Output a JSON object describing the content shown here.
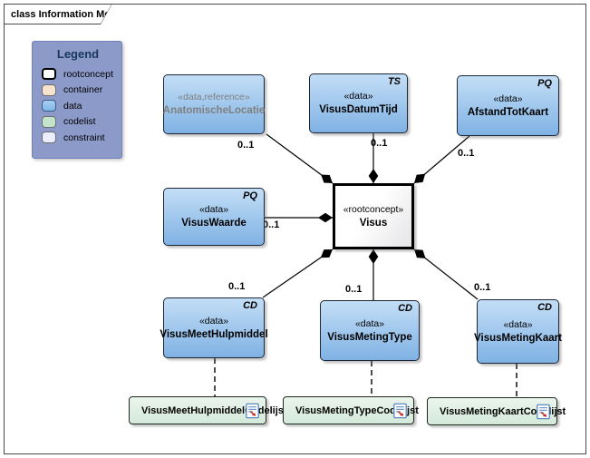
{
  "frame": {
    "label": "class Information Model"
  },
  "legend": {
    "title": "Legend",
    "items": [
      {
        "label": "rootconcept",
        "color": "#ffffff"
      },
      {
        "label": "container",
        "color": "#f7e3cd"
      },
      {
        "label": "data",
        "color": "#7db8ea"
      },
      {
        "label": "codelist",
        "color": "#c3e3cb"
      },
      {
        "label": "constraint",
        "color": "#eceefc"
      }
    ]
  },
  "nodes": {
    "anatomischelocatie": {
      "stereotype": "«data,reference»",
      "name": "AnatomischeLocatie",
      "type_code": ""
    },
    "visusdatumtijd": {
      "stereotype": "«data»",
      "name": "VisusDatumTijd",
      "type_code": "TS"
    },
    "afstandtotkaart": {
      "stereotype": "«data»",
      "name": "AfstandTotKaart",
      "type_code": "PQ"
    },
    "visuswaarde": {
      "stereotype": "«data»",
      "name": "VisusWaarde",
      "type_code": "PQ"
    },
    "visus": {
      "stereotype": "«rootconcept»",
      "name": "Visus",
      "type_code": ""
    },
    "visusmeethulpmiddel": {
      "stereotype": "«data»",
      "name": "VisusMeetHulpmiddel",
      "type_code": "CD"
    },
    "visusmetingtype": {
      "stereotype": "«data»",
      "name": "VisusMetingType",
      "type_code": "CD"
    },
    "visusmetingkaart": {
      "stereotype": "«data»",
      "name": "VisusMetingKaart",
      "type_code": "CD"
    }
  },
  "codelists": [
    {
      "name": "VisusMeetHulpmiddelCodelijst"
    },
    {
      "name": "VisusMetingTypeCodelijst"
    },
    {
      "name": "VisusMetingKaartCodelijst"
    }
  ],
  "connections": [
    {
      "from": "AnatomischeLocatie",
      "to": "Visus",
      "multiplicity": "0..1",
      "type": "composition"
    },
    {
      "from": "VisusDatumTijd",
      "to": "Visus",
      "multiplicity": "0..1",
      "type": "composition"
    },
    {
      "from": "AfstandTotKaart",
      "to": "Visus",
      "multiplicity": "0..1",
      "type": "composition"
    },
    {
      "from": "VisusWaarde",
      "to": "Visus",
      "multiplicity": "0..1",
      "type": "composition"
    },
    {
      "from": "VisusMeetHulpmiddel",
      "to": "Visus",
      "multiplicity": "0..1",
      "type": "composition"
    },
    {
      "from": "VisusMetingType",
      "to": "Visus",
      "multiplicity": "0..1",
      "type": "composition"
    },
    {
      "from": "VisusMetingKaart",
      "to": "Visus",
      "multiplicity": "0..1",
      "type": "composition"
    },
    {
      "from": "VisusMeetHulpmiddel",
      "to": "VisusMeetHulpmiddelCodelijst",
      "multiplicity": "",
      "type": "dependency"
    },
    {
      "from": "VisusMetingType",
      "to": "VisusMetingTypeCodelijst",
      "multiplicity": "",
      "type": "dependency"
    },
    {
      "from": "VisusMetingKaart",
      "to": "VisusMetingKaartCodelijst",
      "multiplicity": "",
      "type": "dependency"
    }
  ],
  "colors": {
    "data_fill": "#7fb2e4",
    "data_fill_light": "#c3def6",
    "codelist_fill": "#d9ecdc",
    "container_fill": "#f7e3cd",
    "constraint_fill": "#eceefc",
    "rootconcept_fill": "#ffffff",
    "legend_bg": "#8c9ac9",
    "legend_title_text": "#17375e",
    "reference_text": "#7f7f7f",
    "line": "#000000"
  }
}
